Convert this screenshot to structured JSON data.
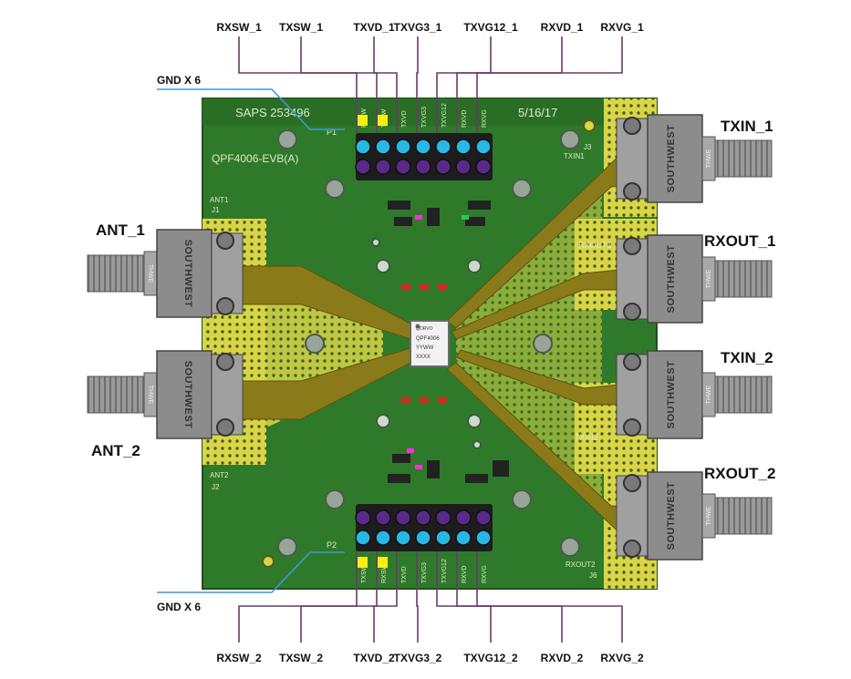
{
  "top_pins": [
    "RXSW_1",
    "TXSW_1",
    "TXVD_1",
    "TXVG3_1",
    "TXVG12_1",
    "RXVD_1",
    "RXVG_1"
  ],
  "bottom_pins": [
    "RXSW_2",
    "TXSW_2",
    "TXVD_2",
    "TXVG3_2",
    "TXVG12_2",
    "RXVD_2",
    "RXVG_2"
  ],
  "gnd_top": "GND X 6",
  "gnd_bottom": "GND X 6",
  "left_ports": [
    "ANT_1",
    "ANT_2"
  ],
  "right_ports": [
    "TXIN_1",
    "RXOUT_1",
    "TXIN_2",
    "RXOUT_2"
  ],
  "connector_brand": "SOUTHWEST",
  "connector_sub": "THWE",
  "silkscreen": {
    "board_id": "SAPS 253496",
    "date": "5/16/17",
    "part": "QPF4006-EVB(A)",
    "p1": "P1",
    "p2": "P2",
    "ant1": "ANT1",
    "j1": "J1",
    "ant2": "ANT2",
    "j2": "J2",
    "j3": "J3",
    "txin1": "TXIN1",
    "rxout1": "RXOUT1",
    "txin2": "TXIN2",
    "rxout2": "RXOUT2",
    "j6": "J6",
    "chip": [
      "QORVO",
      "QPF4006",
      "YYWW",
      "XXXX"
    ],
    "top_header_labels": [
      "RXSW",
      "TXSW",
      "TXVD",
      "TXVG3",
      "TXVG12",
      "RXVD",
      "RXVG"
    ],
    "bottom_header_labels": [
      "TXSW",
      "RXSW",
      "TXVD",
      "TXVG3",
      "TXVG12",
      "RXVD",
      "RXVG"
    ]
  },
  "colors": {
    "board": "#2f7a2a",
    "trace": "#8a7a1a",
    "pad": "#d9d84a",
    "connector": "#8c8c8c",
    "leader": "#6a3a6a",
    "gnd_leader": "#3b9ad8"
  }
}
